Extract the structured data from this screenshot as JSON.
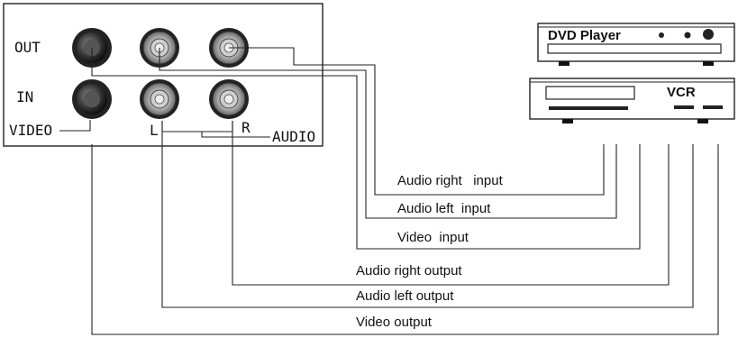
{
  "panel": {
    "out_label": "OUT",
    "in_label": "IN",
    "video_label": "VIDEO",
    "left_label": "L",
    "right_label": "R",
    "audio_label": "AUDIO"
  },
  "devices": {
    "dvd_label": "DVD Player",
    "vcr_label": "VCR"
  },
  "connections": [
    {
      "label": "Audio right   input"
    },
    {
      "label": "Audio left  input"
    },
    {
      "label": "Video  input"
    },
    {
      "label": "Audio right output"
    },
    {
      "label": "Audio left output"
    },
    {
      "label": "Video output"
    }
  ]
}
